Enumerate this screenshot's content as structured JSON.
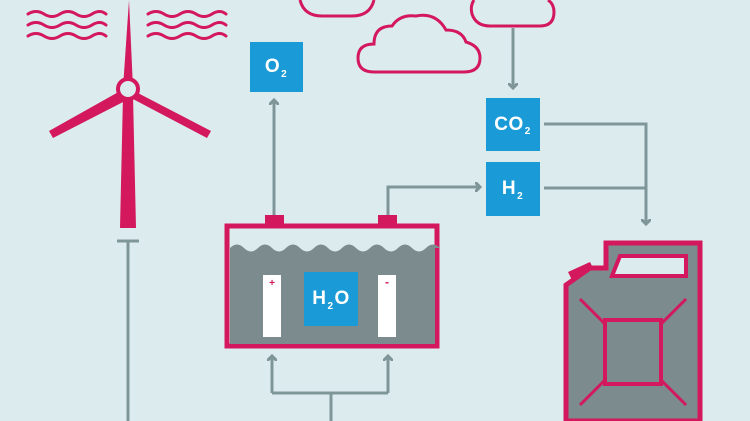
{
  "colors": {
    "background": "#dcecee",
    "accent": "#d3185d",
    "arrow": "#7f9699",
    "fill_gray": "#7c8b8e",
    "chem_blue": "#1a9ad6",
    "white": "#ffffff"
  },
  "labels": {
    "oxygen": {
      "base": "O",
      "sub": "2"
    },
    "carbon_dioxide": {
      "base": "CO",
      "sub": "2"
    },
    "hydrogen": {
      "base": "H",
      "sub": "2"
    },
    "water": {
      "pre": "H",
      "sub": "2",
      "post": "O"
    }
  },
  "electrodes": {
    "positive": "+",
    "negative": "-"
  },
  "icons": [
    "wind-lines-icon",
    "wind-turbine-icon",
    "cloud-icon",
    "battery-electrolyzer-icon",
    "jerry-can-icon",
    "arrow-icon"
  ]
}
